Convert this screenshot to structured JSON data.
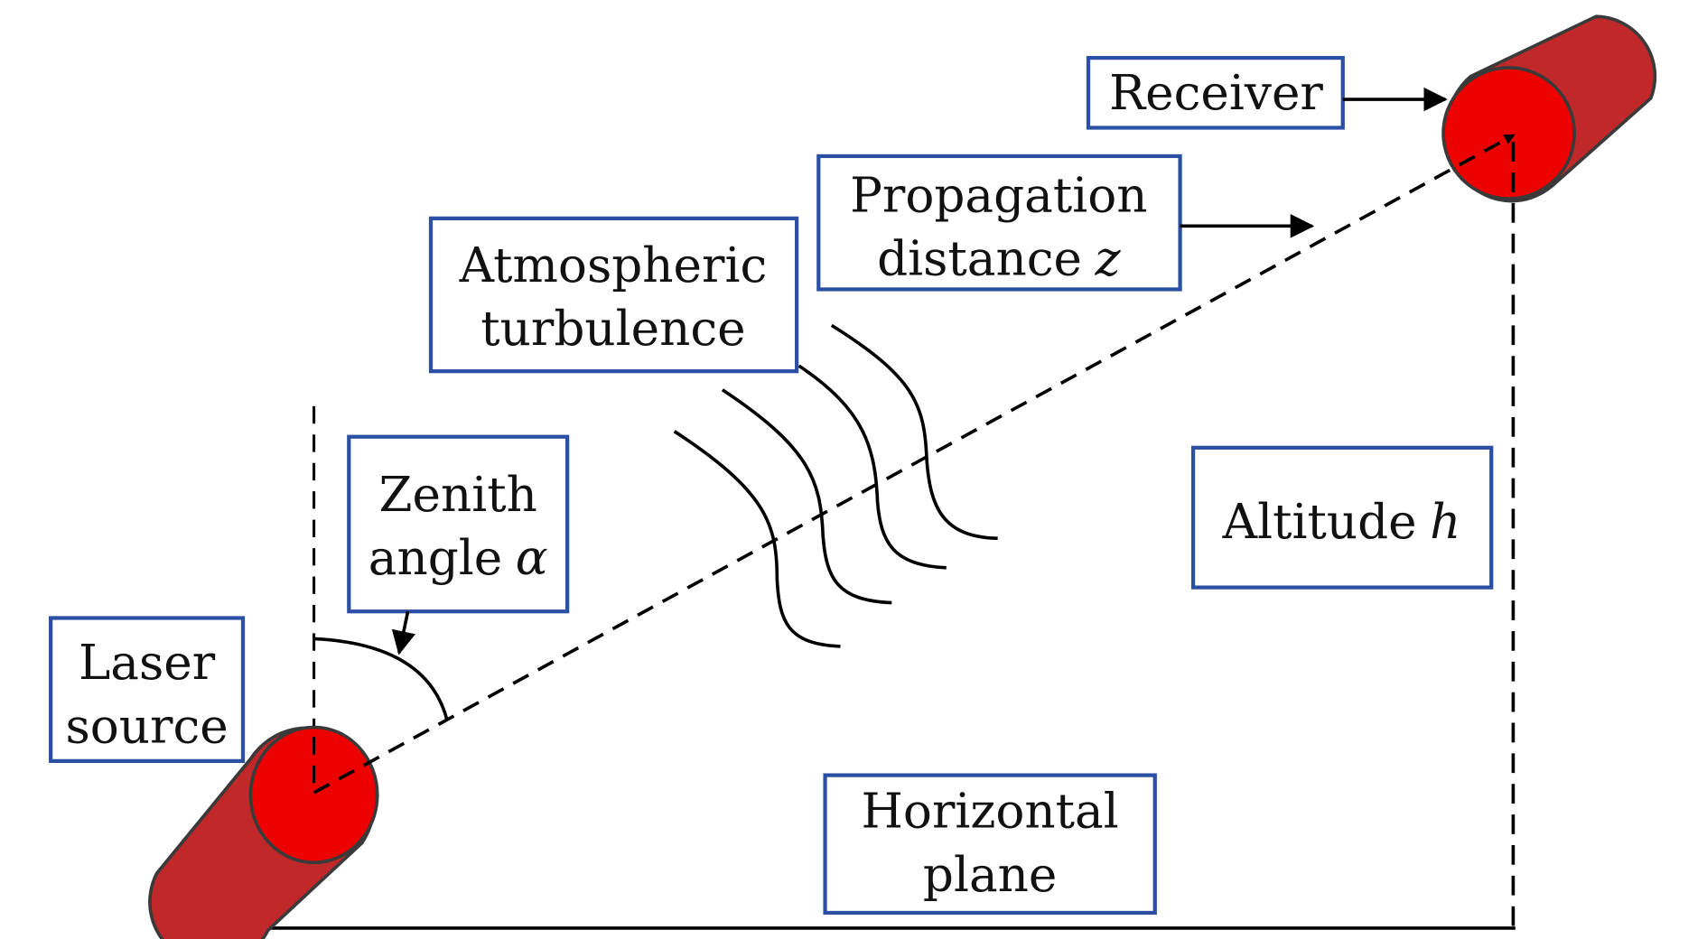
{
  "title": "Slant-path laser propagation geometry",
  "colors": {
    "box_border": "#2b4fa3",
    "cylinder_body": "#c0282a",
    "cylinder_face": "#ee0000",
    "cylinder_outline": "#3a3a3a",
    "line": "#000000"
  },
  "labels": {
    "receiver": "Receiver",
    "propagation_line1": "Propagation",
    "propagation_line2": "distance",
    "propagation_var": "z",
    "turbulence_line1": "Atmospheric",
    "turbulence_line2": "turbulence",
    "zenith_line1": "Zenith",
    "zenith_line2": "angle",
    "zenith_var": "α",
    "laser_line1": "Laser",
    "laser_line2": "source",
    "altitude": "Altitude",
    "altitude_var": "h",
    "horizontal_line1": "Horizontal",
    "horizontal_line2": "plane"
  }
}
